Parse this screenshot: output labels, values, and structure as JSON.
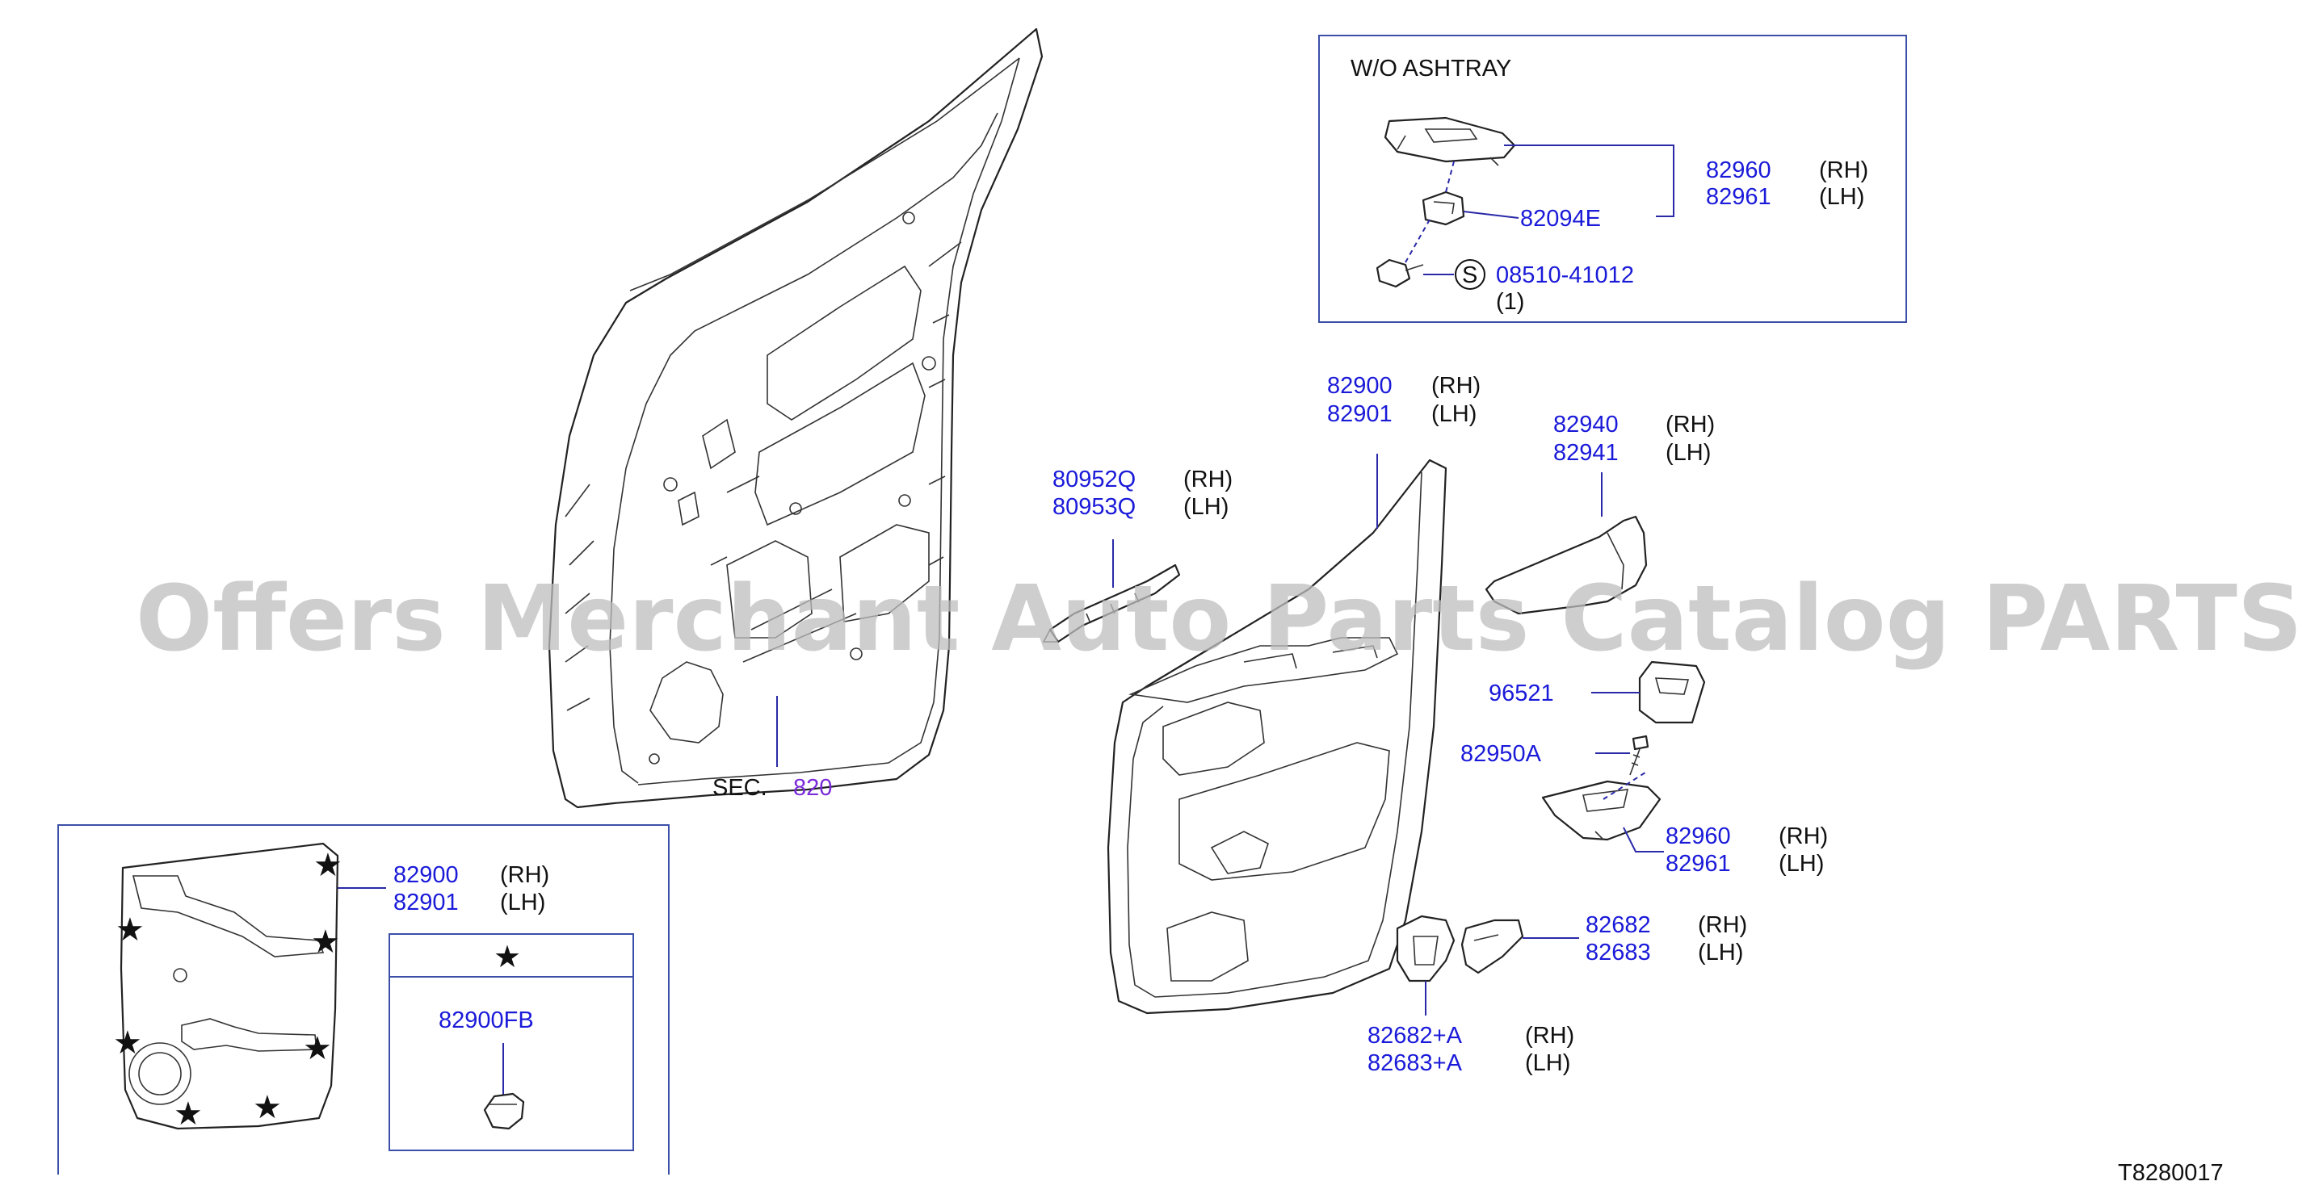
{
  "inset_top": {
    "title": "W/O   ASHTRAY",
    "part_a": "82960",
    "part_a_side": "(RH)",
    "part_b": "82961",
    "part_b_side": "(LH)",
    "part_c": "82094E",
    "bolt_symbol": "S",
    "bolt_part": "08510-41012",
    "bolt_qty": "(1)"
  },
  "main": {
    "sec_label": "SEC.",
    "sec_number": "820",
    "finisher_rh": "82900",
    "finisher_rh_side": "(RH)",
    "finisher_lh": "82901",
    "finisher_lh_side": "(LH)",
    "bracket_rh": "80952Q",
    "bracket_rh_side": "(RH)",
    "bracket_lh": "80953Q",
    "bracket_lh_side": "(LH)",
    "grip_rh": "82940",
    "grip_rh_side": "(RH)",
    "grip_lh": "82941",
    "grip_lh_side": "(LH)",
    "ashtray": "96521",
    "screw": "82950A",
    "pocket_rh": "82960",
    "pocket_rh_side": "(RH)",
    "pocket_lh": "82961",
    "pocket_lh_side": "(LH)",
    "handle_rh": "82682",
    "handle_rh_side": "(RH)",
    "handle_lh": "82683",
    "handle_lh_side": "(LH)",
    "escutcheon_rh": "82682+A",
    "escutcheon_rh_side": "(RH)",
    "escutcheon_lh": "82683+A",
    "escutcheon_lh_side": "(LH)"
  },
  "inset_bottom": {
    "finisher_rh": "82900",
    "finisher_rh_side": "(RH)",
    "finisher_lh": "82901",
    "finisher_lh_side": "(LH)",
    "clip_box_symbol": "★",
    "clip_part": "82900FB"
  },
  "diagram_code": "T8280017",
  "watermark": "Offers Merchant Auto Parts Catalog PARTSTORE.SA"
}
